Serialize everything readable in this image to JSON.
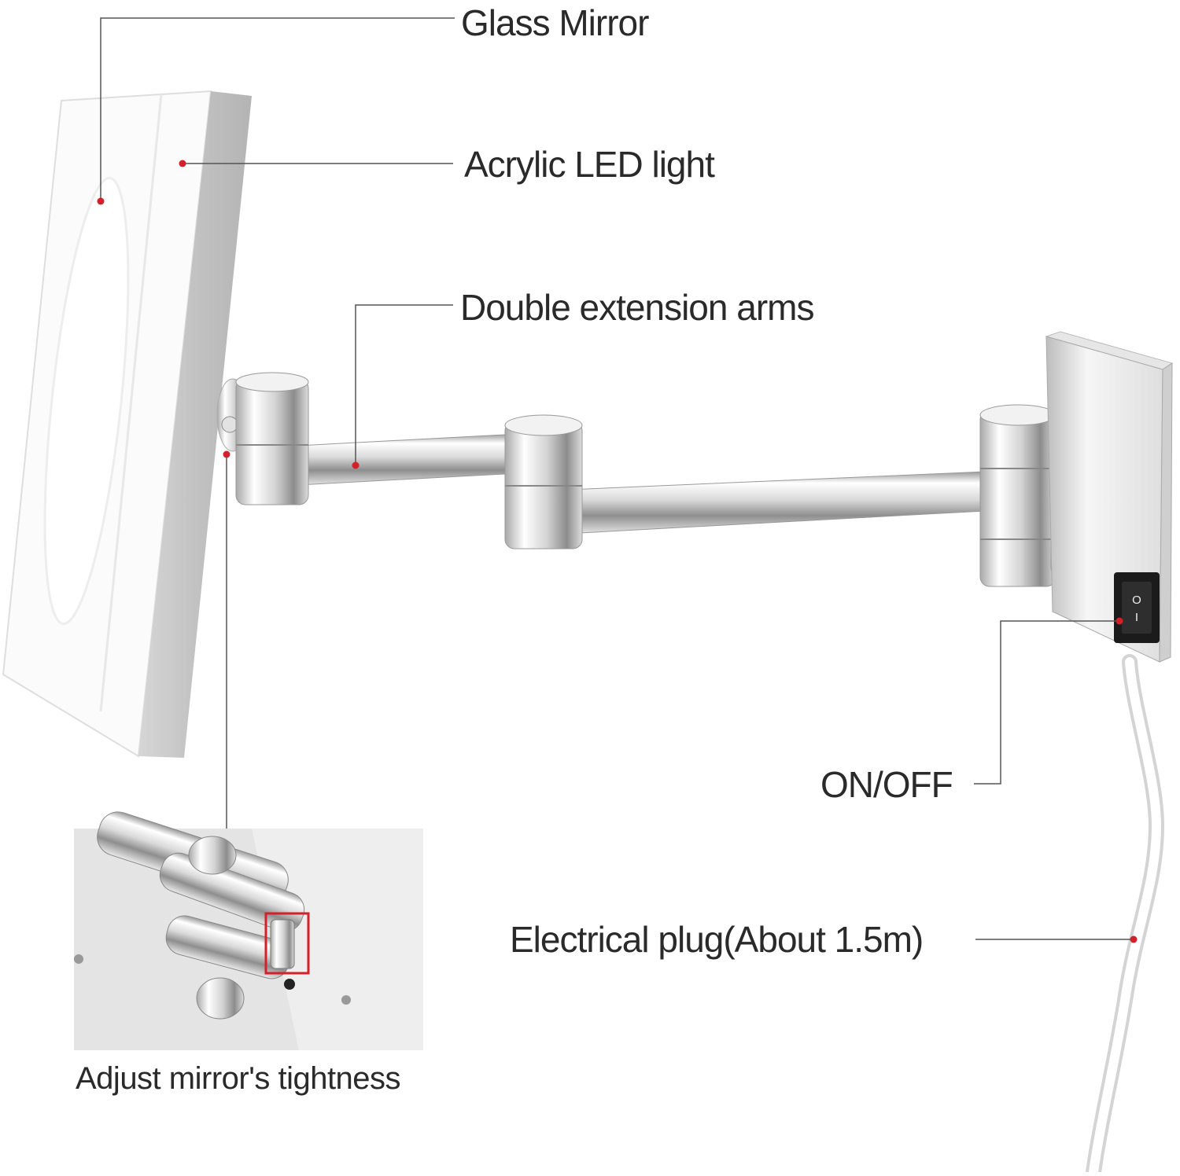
{
  "labels": {
    "glass_mirror": "Glass Mirror",
    "acrylic_led": "Acrylic LED light",
    "extension_arms": "Double extension arms",
    "on_off": "ON/OFF",
    "electrical_plug": "Electrical plug(About 1.5m)",
    "adjust_tightness": "Adjust mirror's tightness"
  },
  "colors": {
    "accent": "#d4202a",
    "leader_line": "#555555",
    "chrome_light": "#f4f4f4",
    "chrome_dark": "#8a8a8a",
    "mirror_edge": "#c8c8c8",
    "text": "#2a2a2a"
  },
  "switch_symbols": {
    "off": "O",
    "on": "I"
  }
}
